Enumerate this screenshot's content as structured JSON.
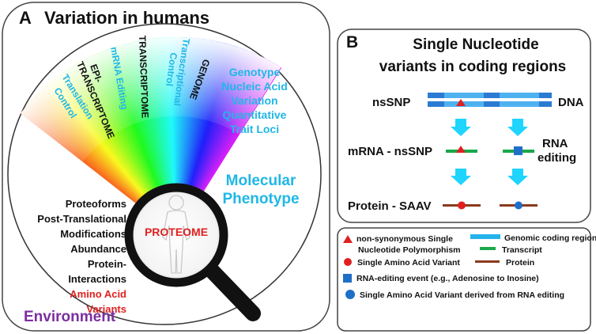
{
  "panel_a": {
    "letter": "A",
    "title": "Variation in humans",
    "fan_labels": [
      {
        "text": "Translation",
        "color": "#1fb7e6"
      },
      {
        "text": "Control",
        "color": "#1fb7e6"
      },
      {
        "text": "EPI-",
        "color": "#111111"
      },
      {
        "text": "TRANSCRIPTOME",
        "color": "#111111"
      },
      {
        "text": "mRNA Editing",
        "color": "#1fb7e6"
      },
      {
        "text": "TRANSCRIPTOME",
        "color": "#111111"
      },
      {
        "text": "Transcriptional",
        "color": "#1fb7e6"
      },
      {
        "text": "Control",
        "color": "#1fb7e6"
      },
      {
        "text": "GENOME",
        "color": "#111111"
      }
    ],
    "genotype_lines": [
      "Genotype",
      "Nucleic Acid",
      "Variation",
      "Quantitative",
      "Trait Loci"
    ],
    "molecular_phenotype": [
      "Molecular",
      "Phenotype"
    ],
    "proteome_label": "PROTEOME",
    "left_list": [
      "Proteoforms",
      "Post-Translational",
      "Modifications",
      "Abundance",
      "Protein-",
      "Interactions"
    ],
    "left_list_red": [
      "Amino Acid",
      "Variants"
    ],
    "environment": "Environment"
  },
  "panel_b": {
    "letter": "B",
    "title_lines": [
      "Single Nucleotide",
      "variants in coding regions"
    ],
    "row_labels": {
      "nssnp": "nsSNP",
      "dna": "DNA",
      "mrna": "mRNA - nsSNP",
      "rna_editing": [
        "RNA",
        "editing"
      ],
      "protein": "Protein - SAAV"
    }
  },
  "legend": {
    "items": [
      {
        "icon": "triangle",
        "lines": [
          "non-synonymous Single",
          "Nucleotide Polymorphism"
        ]
      },
      {
        "icon": "blue-bar",
        "lines": [
          "Genomic coding region"
        ]
      },
      {
        "icon": "green-bar",
        "lines": [
          "Transcript"
        ]
      },
      {
        "icon": "red-dot",
        "lines": [
          "Single Amino Acid Variant"
        ]
      },
      {
        "icon": "brown-bar",
        "lines": [
          "Protein"
        ]
      },
      {
        "icon": "blue-square",
        "lines": [
          "RNA-editing event (e.g., Adenosine to Inosine)"
        ]
      },
      {
        "icon": "blue-dot",
        "lines": [
          "Single Amino Acid Variant derived from RNA editing"
        ]
      }
    ]
  },
  "colors": {
    "cyan": "#1fb7e6",
    "red": "#e02020",
    "purple": "#7b2fa0",
    "dna_blue": "#2b7bd3",
    "genomic_region": "#25b3ec",
    "transcript": "#19a84a",
    "protein": "#8b3a1c",
    "edit_blue": "#1f6fc8",
    "arrow": "#1fd4ff"
  }
}
